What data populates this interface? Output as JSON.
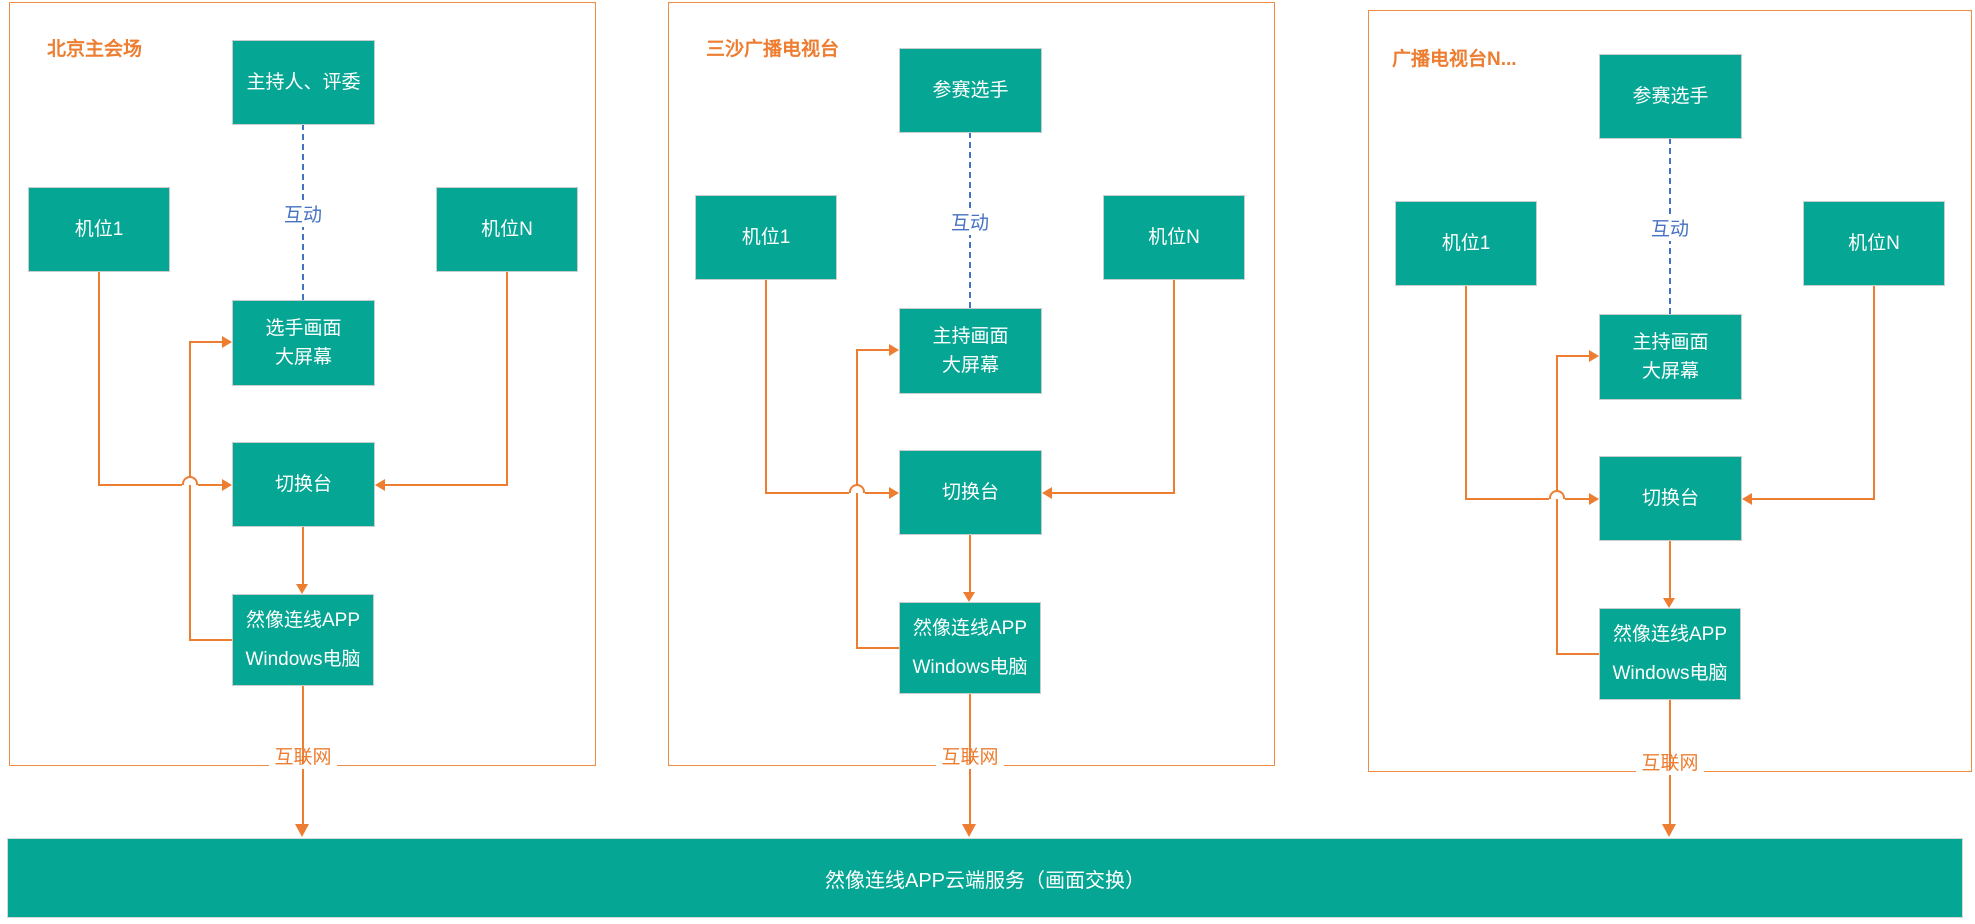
{
  "colors": {
    "node_fill_teal": "#05A693",
    "node_border_gray": "#C9CECC",
    "connector_orange": "#ED7D31",
    "panel_border_orange": "#EE8C46",
    "interaction_blue": "#4472C4",
    "text_white": "#FFFFFF"
  },
  "panels": [
    {
      "title": "北京主会场",
      "top_box": "主持人、评委",
      "camera_1": "机位1",
      "camera_n": "机位N",
      "interaction_label": "互动",
      "screen_line1": "选手画面",
      "screen_line2": "大屏幕",
      "switcher": "切换台",
      "app_line1": "然像连线APP",
      "app_line2": "Windows电脑",
      "internet_label": "互联网"
    },
    {
      "title": "三沙广播电视台",
      "top_box": "参赛选手",
      "camera_1": "机位1",
      "camera_n": "机位N",
      "interaction_label": "互动",
      "screen_line1": "主持画面",
      "screen_line2": "大屏幕",
      "switcher": "切换台",
      "app_line1": "然像连线APP",
      "app_line2": "Windows电脑",
      "internet_label": "互联网"
    },
    {
      "title": "广播电视台N...",
      "top_box": "参赛选手",
      "camera_1": "机位1",
      "camera_n": "机位N",
      "interaction_label": "互动",
      "screen_line1": "主持画面",
      "screen_line2": "大屏幕",
      "switcher": "切换台",
      "app_line1": "然像连线APP",
      "app_line2": "Windows电脑",
      "internet_label": "互联网"
    }
  ],
  "cloud_bar": {
    "label": "然像连线APP云端服务（画面交换）"
  }
}
